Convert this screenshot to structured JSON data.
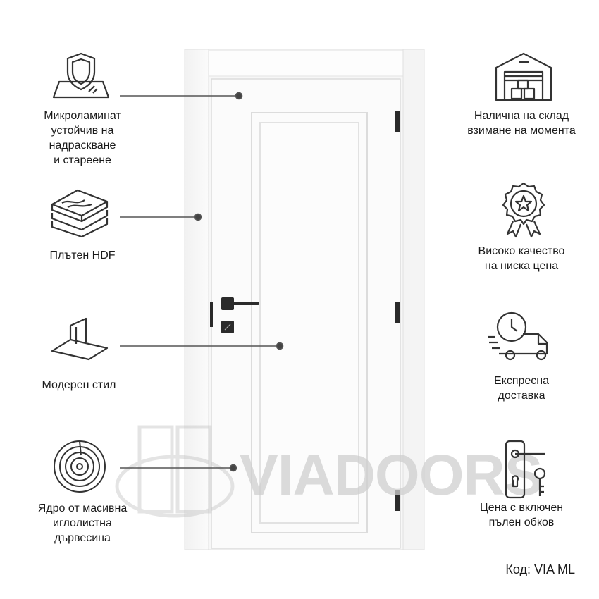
{
  "features_left": [
    {
      "icon": "shield-laminate-icon",
      "lines": [
        "Микроламинат",
        "устойчив на",
        "надраскване",
        "и стареене"
      ]
    },
    {
      "icon": "hdf-layers-icon",
      "lines": [
        "Плътен HDF"
      ]
    },
    {
      "icon": "modern-style-icon",
      "lines": [
        "Модерен стил"
      ]
    },
    {
      "icon": "wood-core-icon",
      "lines": [
        "Ядро от масивна",
        "иглолистна",
        "дървесина"
      ]
    }
  ],
  "features_right": [
    {
      "icon": "warehouse-icon",
      "lines": [
        "Налична на склад",
        "взимане на момента"
      ]
    },
    {
      "icon": "quality-badge-icon",
      "lines": [
        "Високо качество",
        "на ниска цена"
      ]
    },
    {
      "icon": "express-delivery-icon",
      "lines": [
        "Експресна",
        "доставка"
      ]
    },
    {
      "icon": "door-handle-key-icon",
      "lines": [
        "Цена с включен",
        "пълен обков"
      ]
    }
  ],
  "watermark": "VIADOORS",
  "product_code": "Код: VIA ML"
}
